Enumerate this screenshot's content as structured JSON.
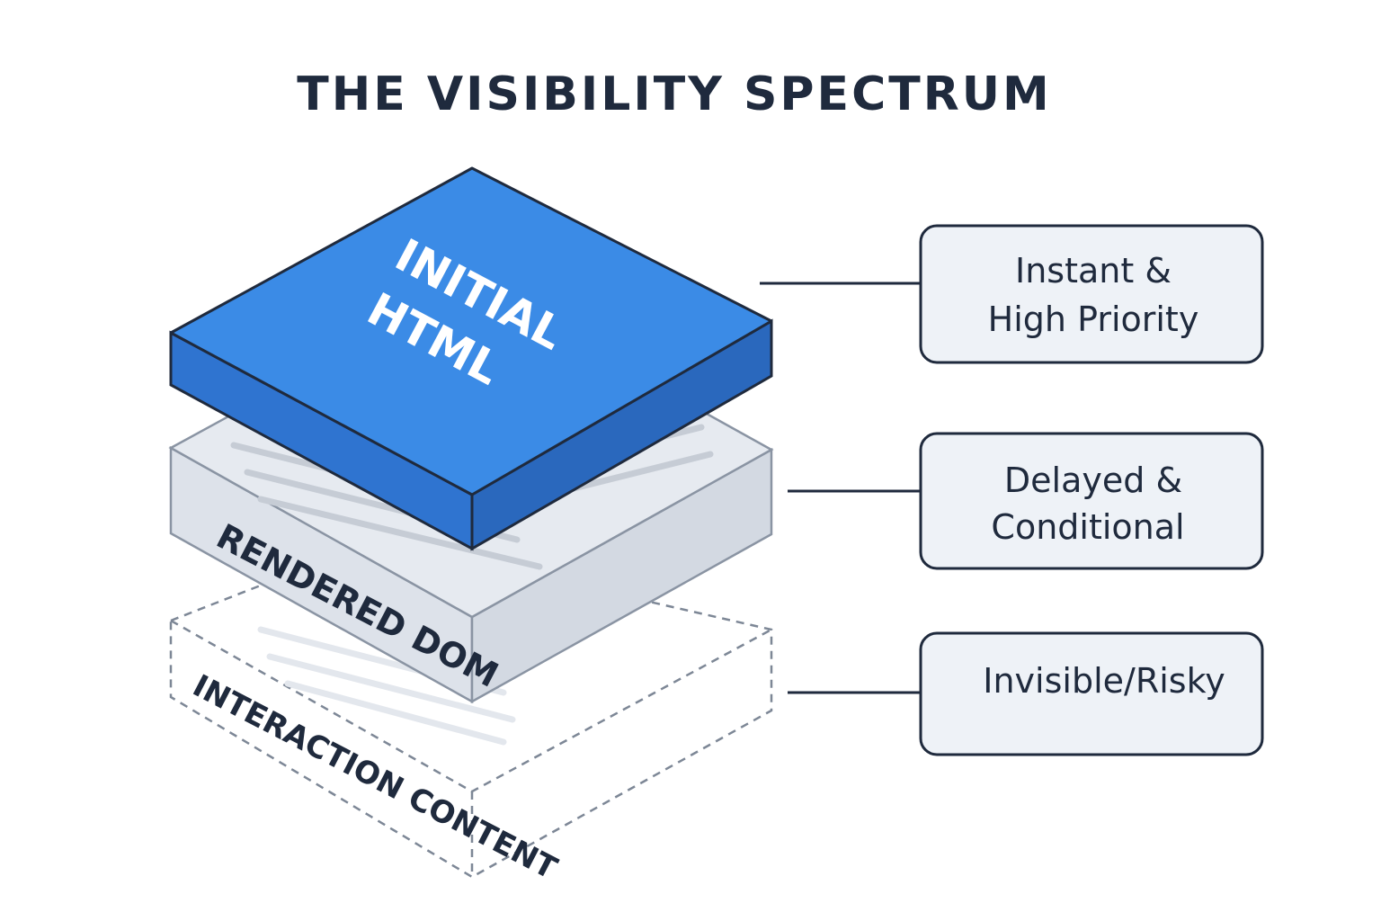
{
  "title": "THE VISIBILITY SPECTRUM",
  "colors": {
    "text_dark": "#1f2a3d",
    "blue_top": "#3b8be6",
    "blue_side": "#2f74d0",
    "gray_top": "#e5e9ef",
    "gray_side": "#dde2ea",
    "card_fill": "#eef2f7"
  },
  "layers": [
    {
      "id": "initial-html",
      "label_lines": [
        "INITIAL",
        "HTML"
      ],
      "style": "solid-blue"
    },
    {
      "id": "rendered-dom",
      "label_lines": [
        "RENDERED DOM"
      ],
      "style": "solid-gray"
    },
    {
      "id": "interaction-content",
      "label_lines": [
        "INTERACTION CONTENT"
      ],
      "style": "dashed-outline"
    }
  ],
  "cards": [
    {
      "id": "instant",
      "lines": [
        "Instant &",
        "High Priority"
      ]
    },
    {
      "id": "delayed",
      "lines": [
        "Delayed &",
        "Conditional"
      ]
    },
    {
      "id": "invisible",
      "lines": [
        "Invisible/Risky"
      ]
    }
  ]
}
